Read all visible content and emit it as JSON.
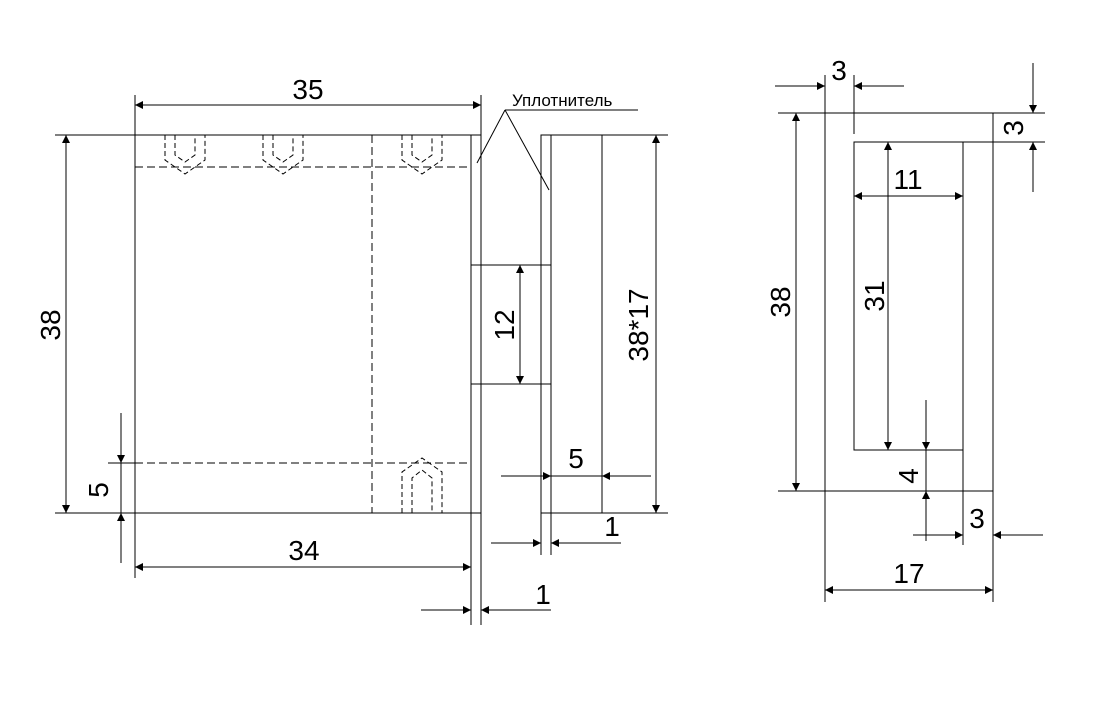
{
  "drawing": {
    "seal_label": "Уплотнитель",
    "front_view": {
      "width_top": "35",
      "width_bottom": "34",
      "height": "38",
      "bottom_offset": "5",
      "gap_bottom": "1"
    },
    "side_view": {
      "slot_height": "12",
      "size": "38*17",
      "depth": "5",
      "gap": "1"
    },
    "section_view": {
      "top_wall": "3",
      "right_wall": "3",
      "inner_width": "11",
      "inner_height": "31",
      "outer_height": "38",
      "bottom_wall": "4",
      "right_bottom": "3",
      "outer_width": "17"
    }
  }
}
